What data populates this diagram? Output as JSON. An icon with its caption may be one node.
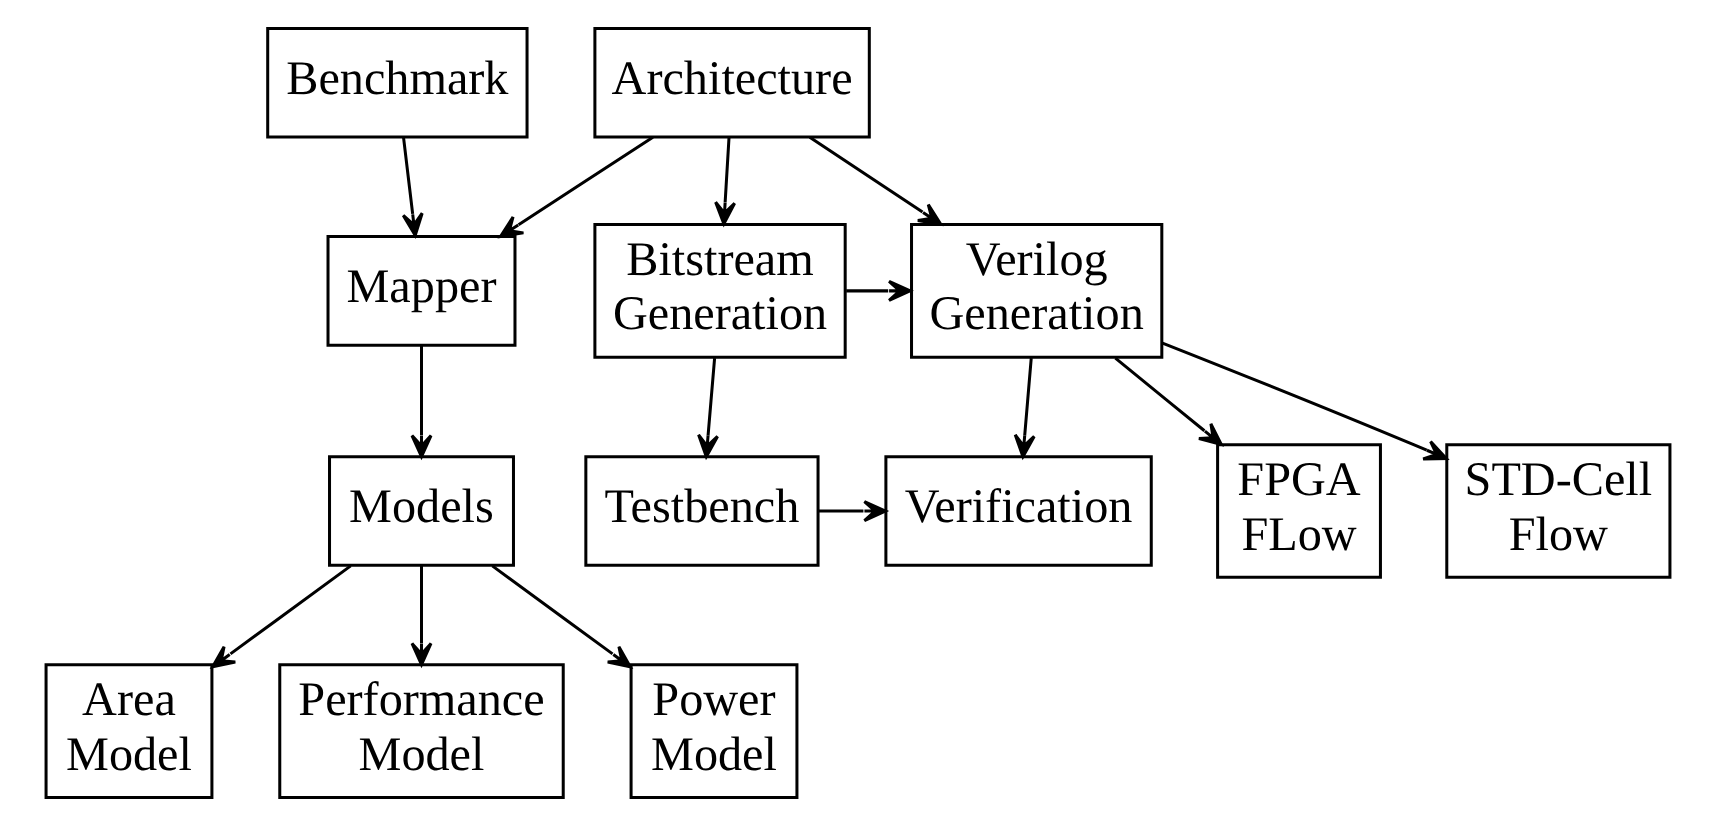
{
  "diagram": {
    "nodes": [
      {
        "text": [
          "Benchmark"
        ]
      },
      {
        "text": [
          "Architecture"
        ]
      },
      {
        "text": [
          "Mapper"
        ]
      },
      {
        "text": [
          "Bitstream Generation"
        ]
      },
      {
        "text": [
          "Verilog Generation"
        ]
      },
      {
        "text": [
          "FPGA FLow"
        ]
      },
      {
        "text": [
          "STD-Cell Flow"
        ]
      },
      {
        "text": [
          "Models"
        ]
      },
      {
        "text": [
          "Testbench"
        ]
      },
      {
        "text": [
          "Verification"
        ]
      },
      {
        "text": [
          "Area Model"
        ]
      },
      {
        "text": [
          "Performance Model"
        ]
      },
      {
        "text": [
          "Power Model"
        ]
      }
    ],
    "edges": [
      {
        "from": 0,
        "to": 2,
        "arrow": "to"
      },
      {
        "from": 1,
        "to": 2,
        "arrow": "to"
      },
      {
        "from": 1,
        "to": 3,
        "arrow": "to"
      },
      {
        "from": 1,
        "to": 4,
        "arrow": "to"
      },
      {
        "from": 3,
        "to": 4,
        "arrow": "to"
      },
      {
        "from": 4,
        "to": 5,
        "arrow": "to"
      },
      {
        "from": 4,
        "to": 6,
        "arrow": "to"
      },
      {
        "from": 2,
        "to": 7,
        "arrow": "to"
      },
      {
        "from": 3,
        "to": 8,
        "arrow": "to"
      },
      {
        "from": 4,
        "to": 9,
        "arrow": "to"
      },
      {
        "from": 8,
        "to": 9,
        "arrow": "to"
      },
      {
        "from": 7,
        "to": 10,
        "arrow": "to"
      },
      {
        "from": 7,
        "to": 11,
        "arrow": "to"
      },
      {
        "from": 7,
        "to": 12,
        "arrow": "to"
      }
    ]
  }
}
